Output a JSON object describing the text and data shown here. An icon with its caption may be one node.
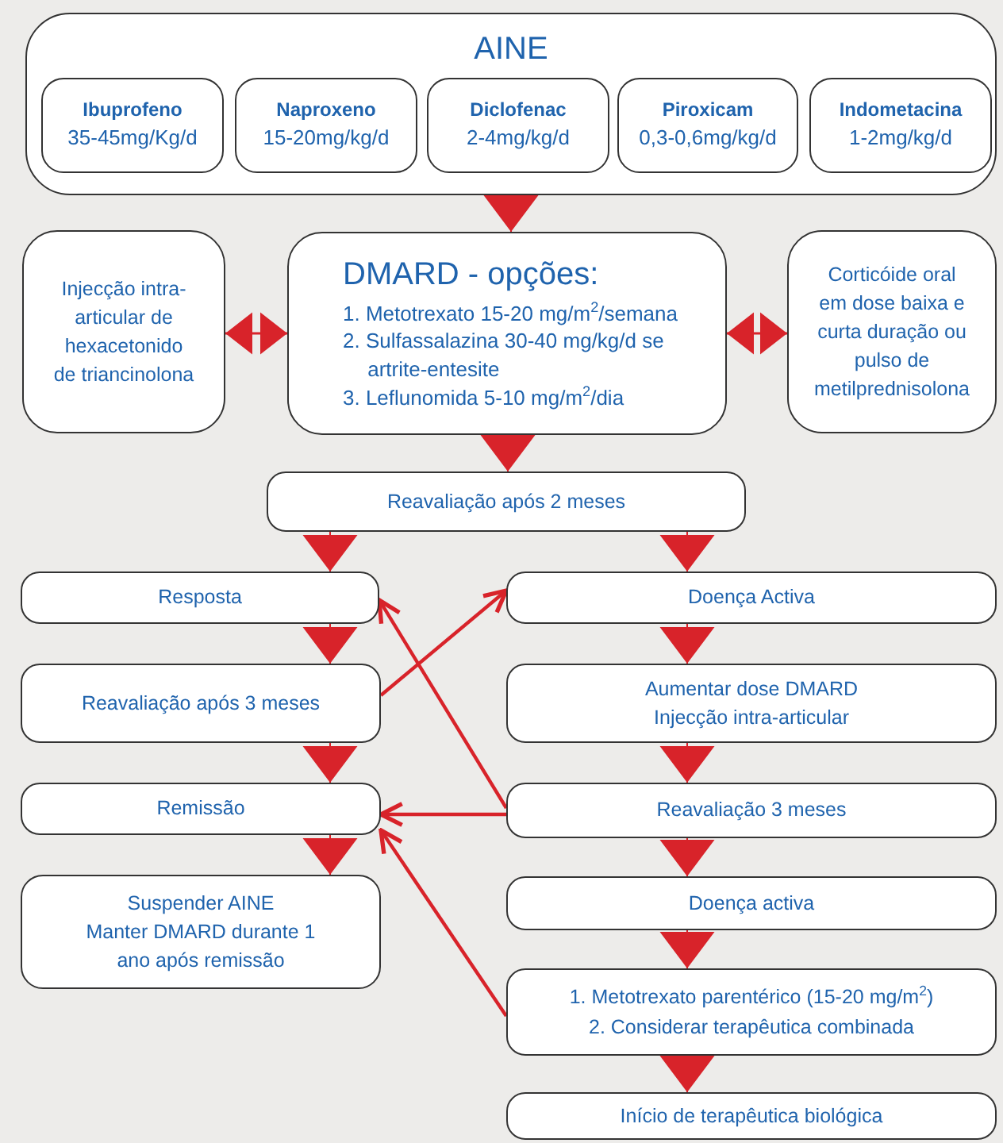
{
  "diagram": {
    "nodes": [
      {
        "text": [
          "AINE"
        ]
      },
      {
        "text": [
          "Ibuprofeno",
          "35-45mg/Kg/d"
        ],
        "in": 0
      },
      {
        "text": [
          "Naproxeno",
          "15-20mg/kg/d"
        ],
        "in": 0
      },
      {
        "text": [
          "Diclofenac",
          "2-4mg/kg/d"
        ],
        "in": 0
      },
      {
        "text": [
          "Piroxicam",
          "0,3-0,6mg/kg/d"
        ],
        "in": 0
      },
      {
        "text": [
          "Indometacina",
          "1-2mg/kg/d"
        ],
        "in": 0
      },
      {
        "text": [
          "Injecção intra-articular de hexacetonido de triancinolona"
        ]
      },
      {
        "text": [
          "DMARD - opções:",
          "1. Metotrexato 15-20 mg/m$^{2}$/semana",
          "2. Sulfassalazina 30-40 mg/kg/d se artrite-entesite",
          "3. Leflunomida 5-10 mg/m$^{2}$/dia"
        ]
      },
      {
        "text": [
          "Corticóide oral em dose baixa e curta duração ou pulso de metilprednisolona"
        ]
      },
      {
        "text": [
          "Reavaliação após 2 meses"
        ]
      },
      {
        "text": [
          "Resposta"
        ]
      },
      {
        "text": [
          "Doença Activa"
        ]
      },
      {
        "text": [
          "Reavaliação após 3 meses"
        ]
      },
      {
        "text": [
          "Aumentar dose DMARD",
          "Injecção intra-articular"
        ]
      },
      {
        "text": [
          "Remissão"
        ]
      },
      {
        "text": [
          "Reavaliação 3 meses"
        ]
      },
      {
        "text": [
          "Suspender AINE",
          "Manter DMARD durante 1 ano após remissão"
        ]
      },
      {
        "text": [
          "Doença activa"
        ]
      },
      {
        "text": [
          "1. Metotrexato parentérico (15-20 mg/m$^{2}$)",
          "2. Considerar terapêutica combinada"
        ]
      },
      {
        "text": [
          "Início de terapêutica biológica"
        ]
      }
    ],
    "edges": [
      {
        "from": 0,
        "to": 7,
        "arrow": "to"
      },
      {
        "from": 6,
        "to": 7,
        "arrow": "both"
      },
      {
        "from": 8,
        "to": 7,
        "arrow": "both"
      },
      {
        "from": 7,
        "to": 9,
        "arrow": "to"
      },
      {
        "from": 9,
        "to": 10,
        "arrow": "to"
      },
      {
        "from": 9,
        "to": 11,
        "arrow": "to"
      },
      {
        "from": 10,
        "to": 12,
        "arrow": "to"
      },
      {
        "from": 12,
        "to": 14,
        "arrow": "to"
      },
      {
        "from": 14,
        "to": 16,
        "arrow": "to"
      },
      {
        "from": 11,
        "to": 13,
        "arrow": "to"
      },
      {
        "from": 13,
        "to": 15,
        "arrow": "to"
      },
      {
        "from": 15,
        "to": 17,
        "arrow": "to"
      },
      {
        "from": 17,
        "to": 18,
        "arrow": "to"
      },
      {
        "from": 18,
        "to": 19,
        "arrow": "to"
      },
      {
        "from": 12,
        "to": 11,
        "arrow": "to"
      },
      {
        "from": 15,
        "to": 10,
        "arrow": "to"
      },
      {
        "from": 15,
        "to": 14,
        "arrow": "to"
      },
      {
        "from": 18,
        "to": 14,
        "arrow": "to"
      }
    ]
  }
}
